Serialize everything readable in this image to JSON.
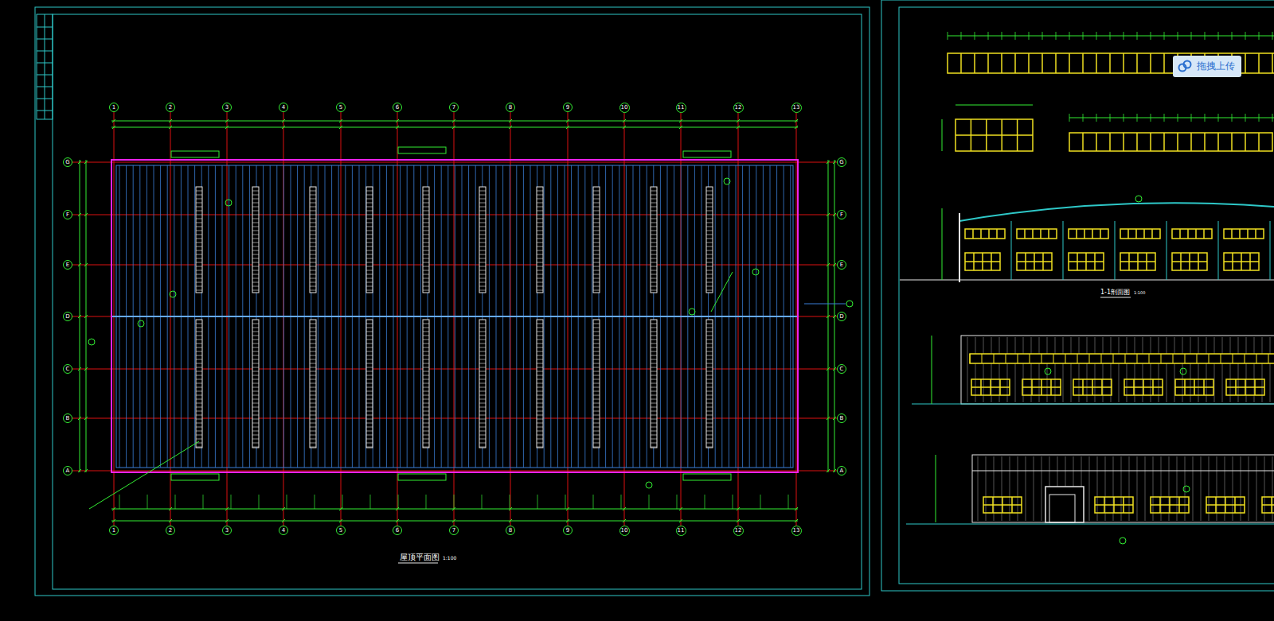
{
  "diagram": {
    "nodes": [
      {
        "text": [
          "1"
        ]
      },
      {
        "text": [
          "2"
        ]
      },
      {
        "text": [
          "3"
        ]
      },
      {
        "text": [
          "4"
        ]
      },
      {
        "text": [
          "5"
        ]
      },
      {
        "text": [
          "6"
        ]
      },
      {
        "text": [
          "7"
        ]
      },
      {
        "text": [
          "8"
        ]
      },
      {
        "text": [
          "9"
        ]
      },
      {
        "text": [
          "10"
        ]
      },
      {
        "text": [
          "11"
        ]
      },
      {
        "text": [
          "12"
        ]
      },
      {
        "text": [
          "13"
        ]
      },
      {
        "text": [
          "G"
        ]
      },
      {
        "text": [
          "F"
        ]
      },
      {
        "text": [
          "E"
        ]
      },
      {
        "text": [
          "D"
        ]
      },
      {
        "text": [
          "C"
        ]
      },
      {
        "text": [
          "B"
        ]
      },
      {
        "text": [
          "A"
        ]
      },
      {
        "text": [
          "G"
        ]
      },
      {
        "text": [
          "F"
        ]
      },
      {
        "text": [
          "E"
        ]
      },
      {
        "text": [
          "D"
        ]
      },
      {
        "text": [
          "C"
        ]
      },
      {
        "text": [
          "B"
        ]
      },
      {
        "text": [
          "A"
        ]
      },
      {
        "text": [
          "1"
        ]
      },
      {
        "text": [
          "2"
        ]
      },
      {
        "text": [
          "3"
        ]
      },
      {
        "text": [
          "4"
        ]
      },
      {
        "text": [
          "5"
        ]
      },
      {
        "text": [
          "6"
        ]
      },
      {
        "text": [
          "7"
        ]
      },
      {
        "text": [
          "8"
        ]
      },
      {
        "text": [
          "9"
        ]
      },
      {
        "text": [
          "10"
        ]
      },
      {
        "text": [
          "11"
        ]
      },
      {
        "text": [
          "12"
        ]
      },
      {
        "text": [
          "13"
        ]
      },
      {
        "text": [
          "拖拽上传"
        ]
      }
    ],
    "labels": [
      "屋顶平面图",
      "1:100",
      "1-1剖面图",
      "1:100"
    ]
  }
}
